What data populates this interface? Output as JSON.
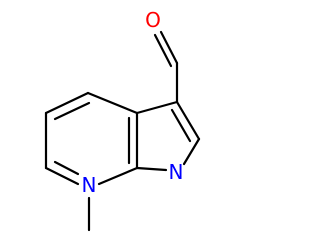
{
  "molecule": {
    "atoms": {
      "oxygen": {
        "label": "O",
        "color": "#ff0000"
      },
      "pyrrole_nitrogen": {
        "label": "N",
        "color": "#0000ff"
      },
      "methyl_nitrogen": {
        "label": "N",
        "color": "#0000ff"
      }
    },
    "bond_color": "#000000"
  }
}
